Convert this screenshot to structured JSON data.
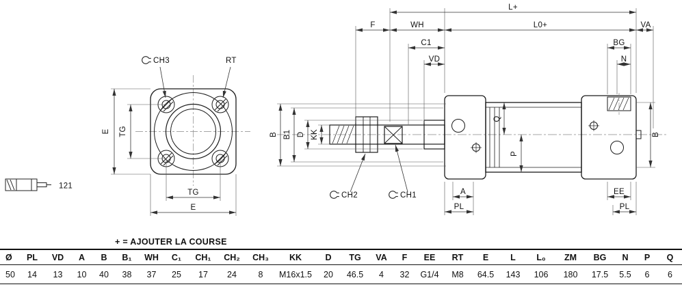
{
  "part_label": "121",
  "note": "+ = AJOUTER LA COURSE",
  "drawing": {
    "labels": {
      "ch3": "CH3",
      "rt": "RT",
      "e": "E",
      "tg": "TG",
      "l_plus": "L+",
      "f": "F",
      "wh": "WH",
      "l0_plus": "L0+",
      "va": "VA",
      "c1": "C1",
      "bg": "BG",
      "vd": "VD",
      "n": "N",
      "b": "B",
      "b1": "B1",
      "d": "D",
      "kk": "KK",
      "q": "Q",
      "p": "P",
      "a": "A",
      "pl": "PL",
      "ch2": "CH2",
      "ch1": "CH1",
      "ee": "EE"
    }
  },
  "table": {
    "headers": [
      "Ø",
      "PL",
      "VD",
      "A",
      "B",
      "B₁",
      "WH",
      "C₁",
      "CH₁",
      "CH₂",
      "CH₃",
      "KK",
      "D",
      "TG",
      "VA",
      "F",
      "EE",
      "RT",
      "E",
      "L",
      "L₀",
      "ZM",
      "BG",
      "N",
      "P",
      "Q"
    ],
    "row": [
      "50",
      "14",
      "13",
      "10",
      "40",
      "38",
      "37",
      "25",
      "17",
      "24",
      "8",
      "M16x1.5",
      "20",
      "46.5",
      "4",
      "32",
      "G1/4",
      "M8",
      "64.5",
      "143",
      "106",
      "180",
      "17.5",
      "5.5",
      "6",
      "6"
    ]
  }
}
